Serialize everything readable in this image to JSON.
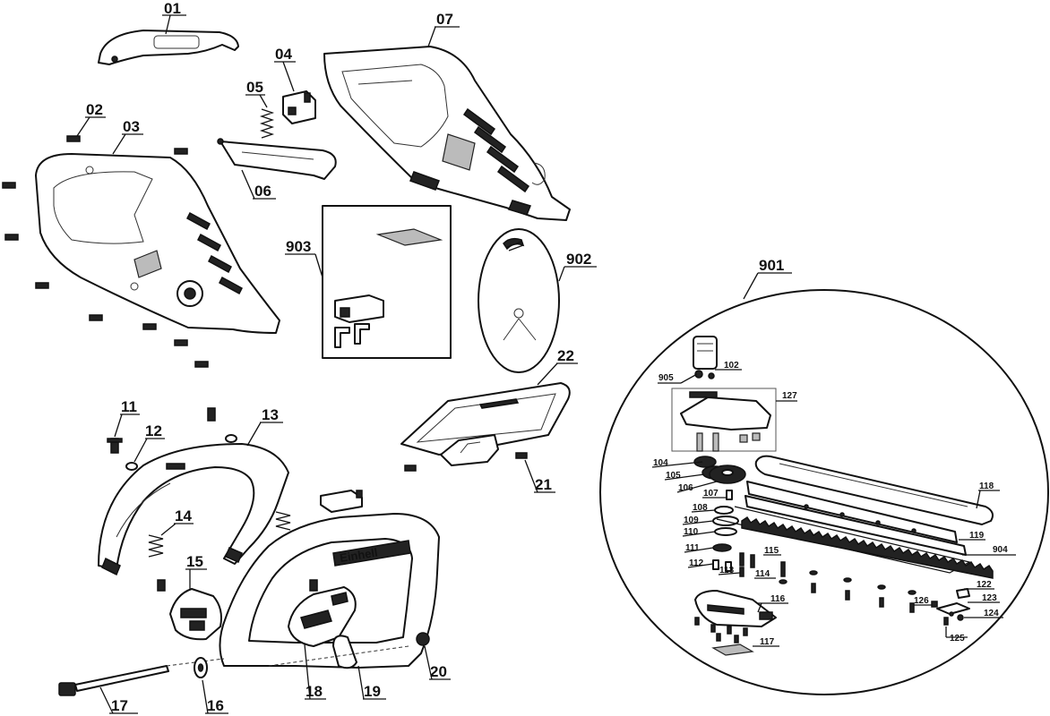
{
  "labels": {
    "p01": "01",
    "p02": "02",
    "p03": "03",
    "p04": "04",
    "p05": "05",
    "p06": "06",
    "p07": "07",
    "p11": "11",
    "p12": "12",
    "p13": "13",
    "p14": "14",
    "p15": "15",
    "p16": "16",
    "p17": "17",
    "p18": "18",
    "p19": "19",
    "p20": "20",
    "p21": "21",
    "p22": "22",
    "p901": "901",
    "p902": "902",
    "p903": "903",
    "p904": "904",
    "p905": "905",
    "p102": "102",
    "p104": "104",
    "p105": "105",
    "p106": "106",
    "p107": "107",
    "p108": "108",
    "p109": "109",
    "p110": "110",
    "p111": "111",
    "p112": "112",
    "p113": "113",
    "p114": "114",
    "p115": "115",
    "p116": "116",
    "p117": "117",
    "p118": "118",
    "p119": "119",
    "p122": "122",
    "p123": "123",
    "p124": "124",
    "p125": "125",
    "p126": "126",
    "p127": "127"
  },
  "brand_text": "Einhell"
}
